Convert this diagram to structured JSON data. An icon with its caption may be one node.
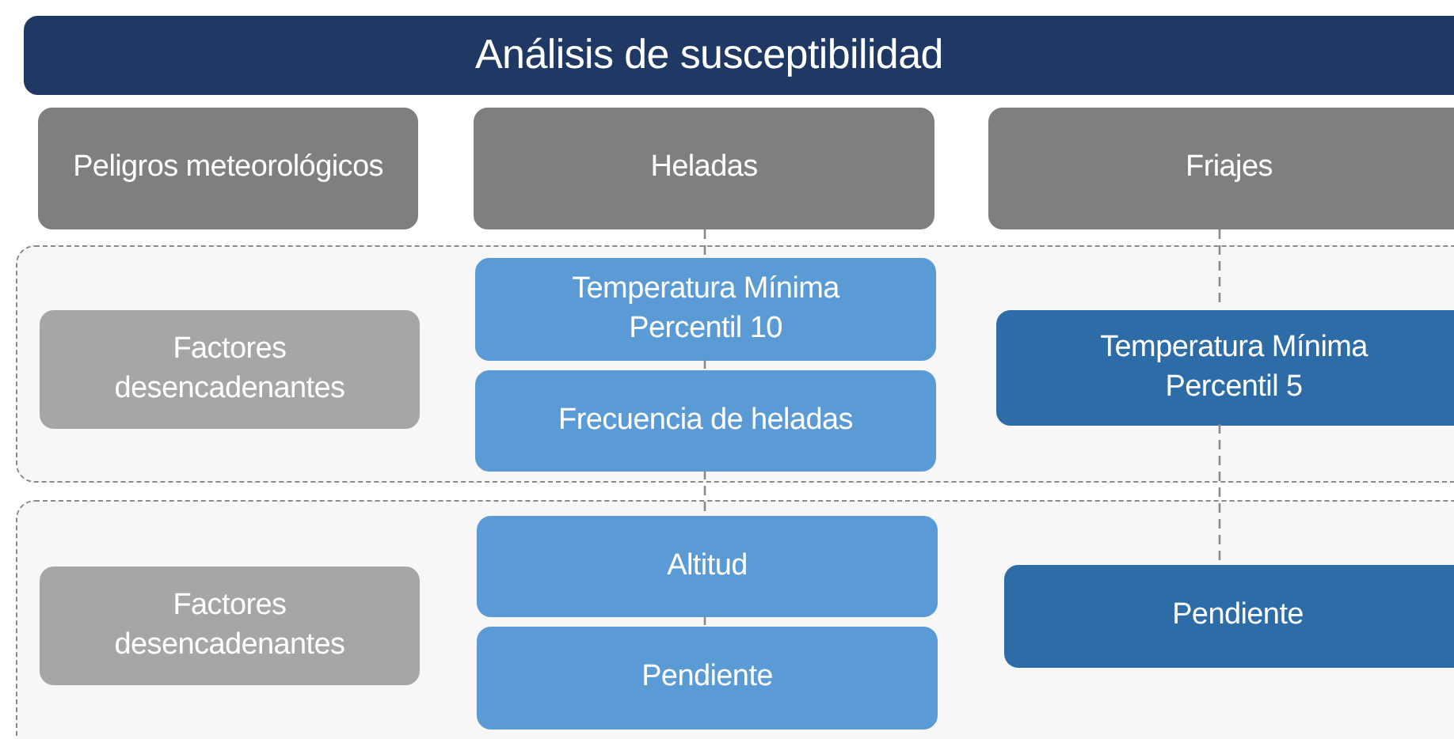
{
  "diagram": {
    "nodes": [
      {
        "text": [
          "Análisis de susceptibilidad"
        ]
      },
      {
        "text": [
          "Peligros meteorológicos"
        ]
      },
      {
        "text": [
          "Heladas"
        ]
      },
      {
        "text": [
          "Friajes"
        ]
      },
      {
        "text": [],
        "shape": "box"
      },
      {
        "text": [
          "Factores desencadenantes"
        ],
        "in": 4
      },
      {
        "text": [
          "Temperatura Mínima Percentil 10"
        ],
        "in": 4
      },
      {
        "text": [
          "Frecuencia de heladas"
        ],
        "in": 4
      },
      {
        "text": [
          "Temperatura Mínima Percentil 5"
        ],
        "in": 4
      },
      {
        "text": [],
        "shape": "box"
      },
      {
        "text": [
          "Factores desencadenantes"
        ],
        "in": 9
      },
      {
        "text": [
          "Altitud"
        ],
        "in": 9
      },
      {
        "text": [
          "Pendiente"
        ],
        "in": 9
      },
      {
        "text": [
          "Pendiente"
        ],
        "in": 9
      }
    ],
    "edges": [
      {
        "from": 2,
        "to": 6,
        "arrow": "none",
        "style": "dashed"
      },
      {
        "from": 6,
        "to": 7,
        "arrow": "none",
        "style": "dashed"
      },
      {
        "from": 7,
        "to": 11,
        "arrow": "none",
        "style": "dashed"
      },
      {
        "from": 11,
        "to": 12,
        "arrow": "none",
        "style": "dashed"
      },
      {
        "from": 3,
        "to": 8,
        "arrow": "none",
        "style": "dashed"
      },
      {
        "from": 8,
        "to": 13,
        "arrow": "none",
        "style": "dashed"
      }
    ]
  }
}
